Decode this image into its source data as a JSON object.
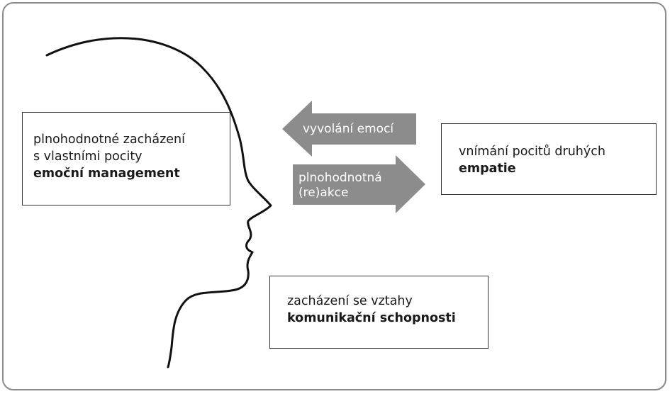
{
  "colors": {
    "frame_border": "#8a8a8a",
    "arrow_fill": "#8c8c8c",
    "box_border": "#333333",
    "text": "#1a1a1a"
  },
  "boxes": {
    "emotion_management": {
      "line1": "plnohodnotné zacházení",
      "line2": "s vlastními pocity",
      "title": "emoční management"
    },
    "empathy": {
      "line1": "vnímání pocitů druhých",
      "title": "empatie"
    },
    "communication": {
      "line1": "zacházení se vztahy",
      "title": "komunikační schopnosti"
    }
  },
  "arrows": {
    "left": {
      "label": "vyvolání emocí"
    },
    "right": {
      "line1": "plnohodnotná",
      "line2": "(re)akce"
    }
  }
}
